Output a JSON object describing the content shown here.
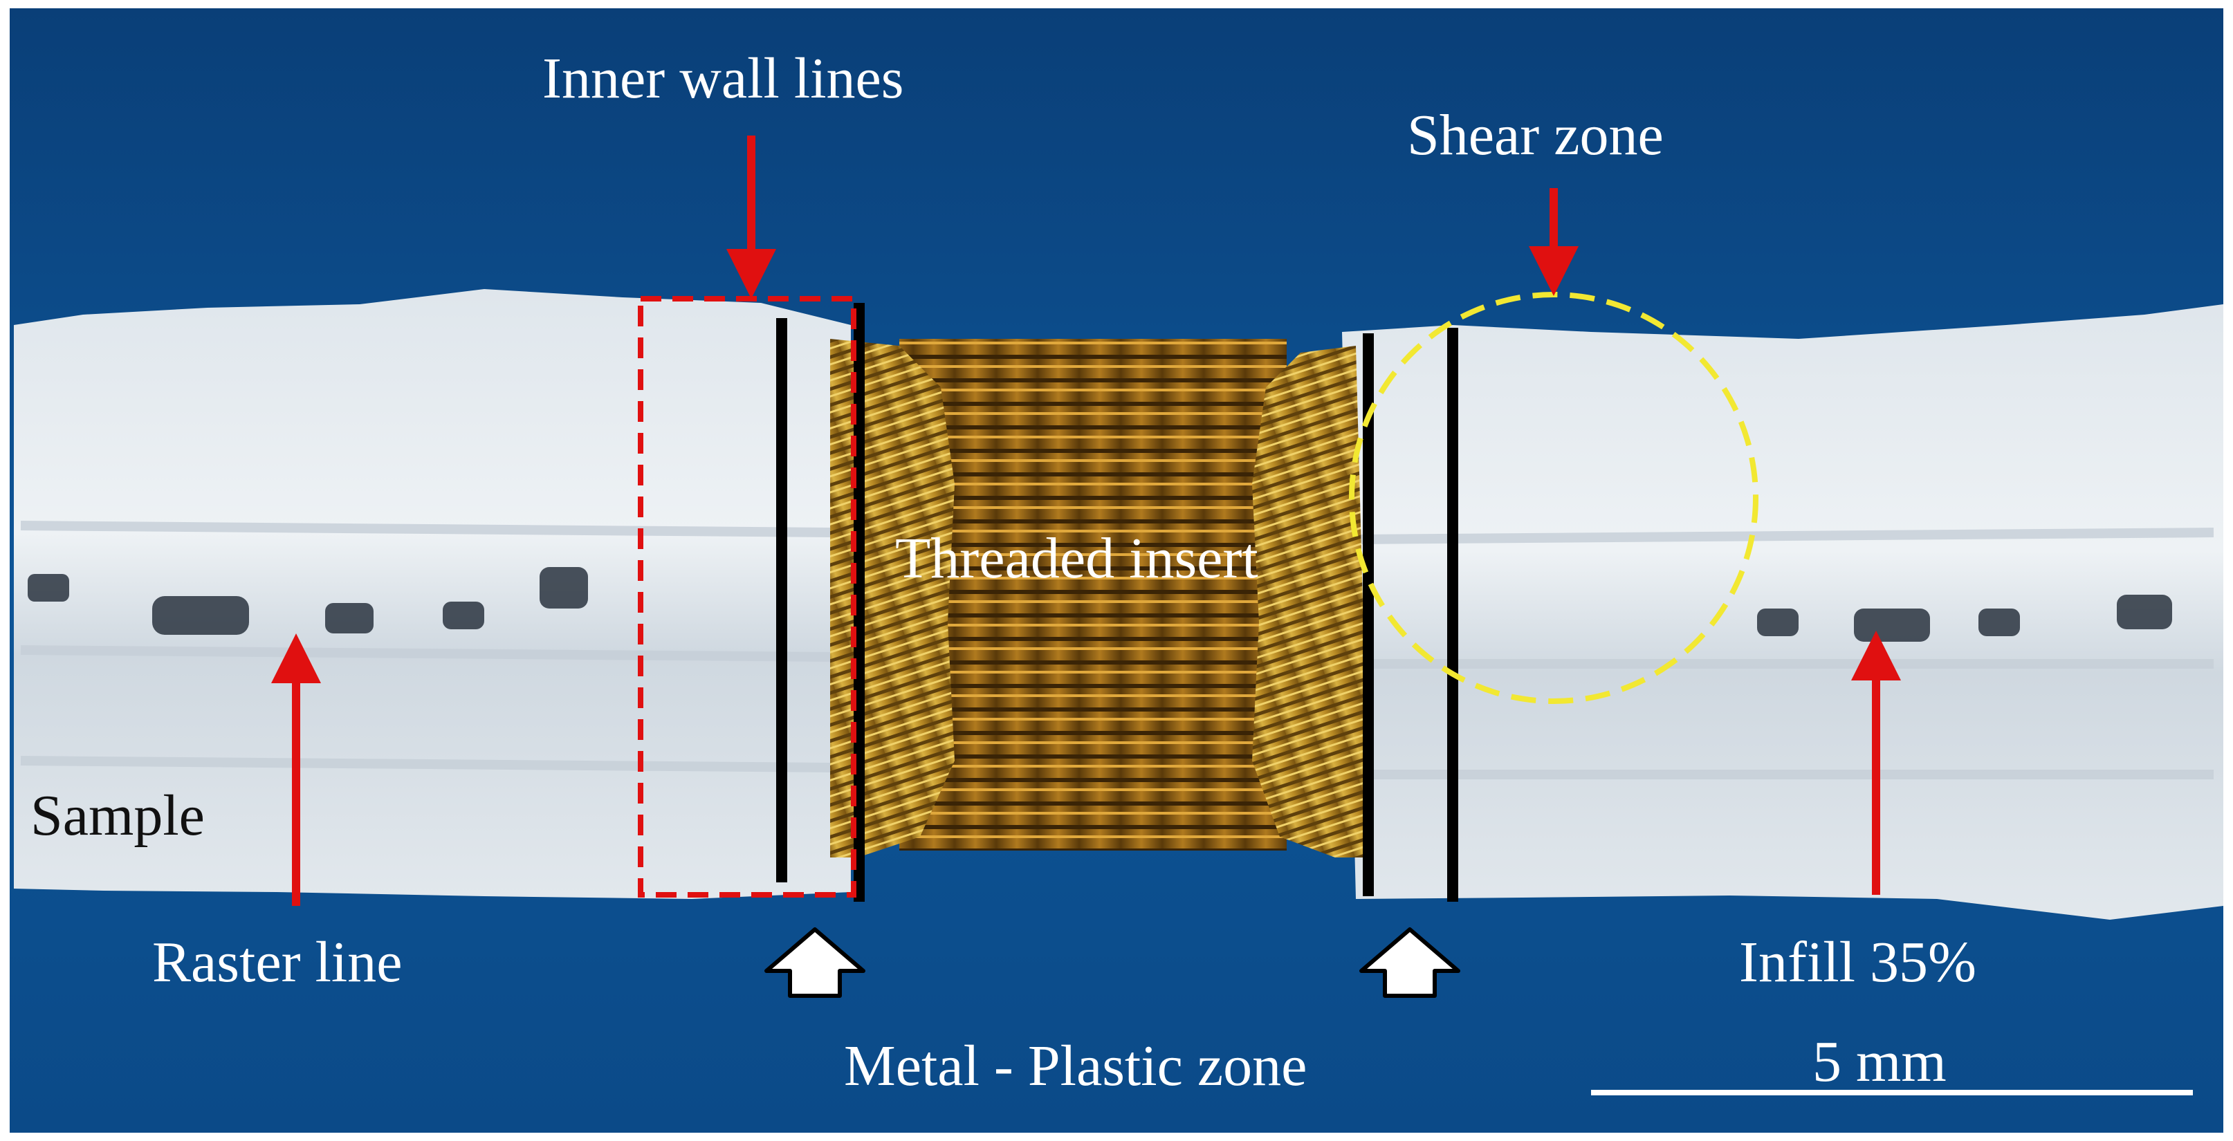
{
  "labels": {
    "inner_wall_lines": "Inner wall lines",
    "shear_zone": "Shear zone",
    "threaded_insert": "Threaded insert",
    "sample": "Sample",
    "raster_line": "Raster line",
    "infill": "Infill 35%",
    "metal_plastic_zone": "Metal - Plastic zone",
    "scale_bar": "5 mm"
  },
  "colors": {
    "background_blue": "#0d4f8f",
    "plastic_white": "#e4e9ee",
    "brass": "#c49a2c",
    "arrow_red": "#e01010",
    "circle_yellow": "#f2e832",
    "line_black": "#000000",
    "text_white": "#ffffff"
  }
}
